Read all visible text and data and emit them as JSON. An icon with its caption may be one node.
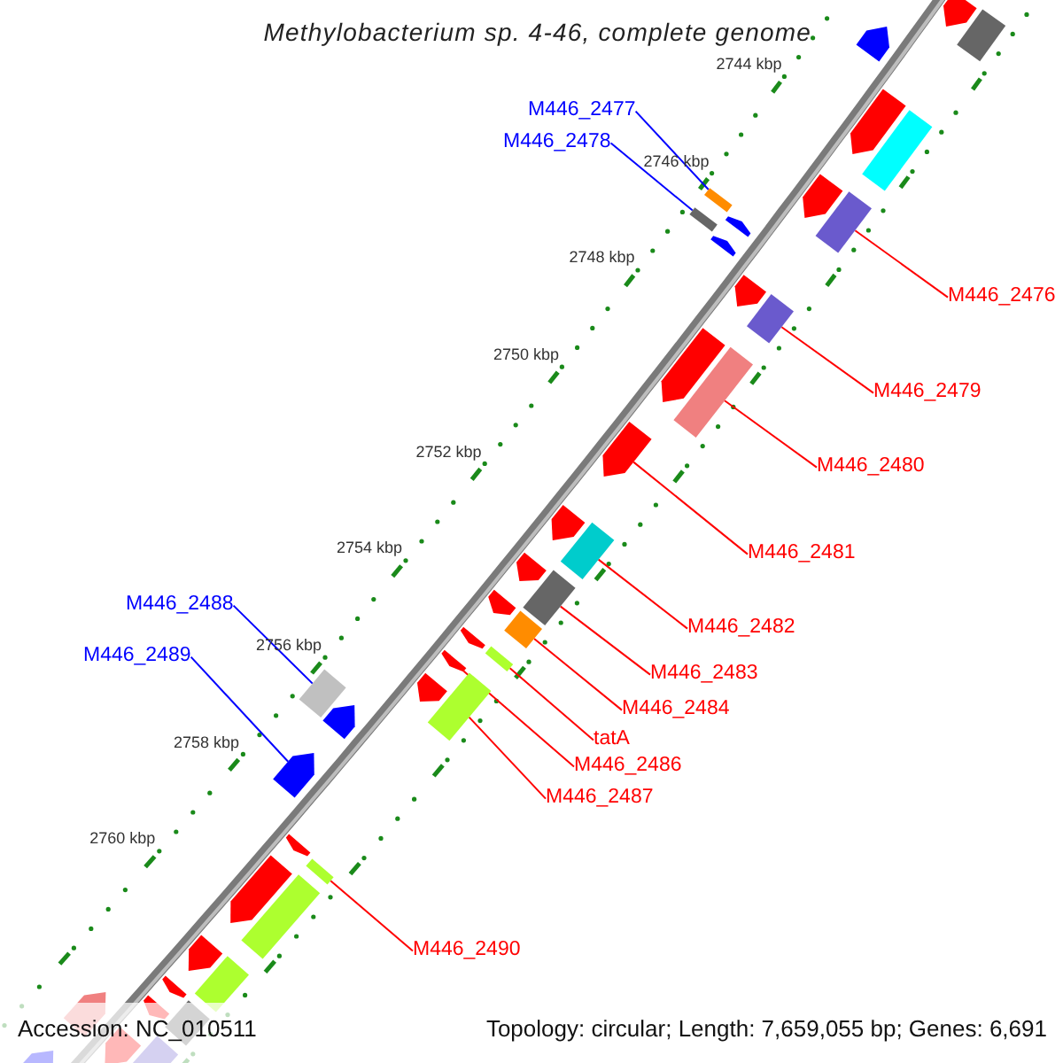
{
  "diagram": {
    "title": "Methylobacterium sp. 4-46, complete genome",
    "nodes": [
      {
        "text": [
          "M446_2477"
        ]
      },
      {
        "text": [
          "M446_2478"
        ]
      },
      {
        "text": [
          "M446_2476"
        ]
      },
      {
        "text": [
          "M446_2479"
        ]
      },
      {
        "text": [
          "M446_2480"
        ]
      },
      {
        "text": [
          "M446_2481"
        ]
      },
      {
        "text": [
          "M446_2488"
        ]
      },
      {
        "text": [
          "M446_2482"
        ]
      },
      {
        "text": [
          "M446_2489"
        ]
      },
      {
        "text": [
          "M446_2483"
        ]
      },
      {
        "text": [
          "M446_2484"
        ]
      },
      {
        "text": [
          "tatA"
        ]
      },
      {
        "text": [
          "M446_2486"
        ]
      },
      {
        "text": [
          "M446_2487"
        ]
      },
      {
        "text": [
          "M446_2490"
        ]
      },
      {
        "text": [],
        "shape": "arrow"
      },
      {
        "text": [],
        "shape": "box"
      },
      {
        "text": [],
        "shape": "arrow"
      },
      {
        "text": [],
        "shape": "arrow"
      },
      {
        "text": [],
        "shape": "box"
      },
      {
        "text": [],
        "shape": "arrow"
      },
      {
        "text": [],
        "shape": "box"
      },
      {
        "text": [],
        "shape": "box"
      },
      {
        "text": [],
        "shape": "box"
      },
      {
        "text": [],
        "shape": "arrow"
      },
      {
        "text": [],
        "shape": "arrow"
      },
      {
        "text": [],
        "shape": "arrow"
      },
      {
        "text": [],
        "shape": "box"
      },
      {
        "text": [],
        "shape": "arrow"
      },
      {
        "text": [],
        "shape": "box"
      },
      {
        "text": [],
        "shape": "arrow"
      },
      {
        "text": [],
        "shape": "arrow"
      },
      {
        "text": [],
        "shape": "box"
      },
      {
        "text": [],
        "shape": "arrow"
      },
      {
        "text": [],
        "shape": "box"
      },
      {
        "text": [],
        "shape": "arrow"
      },
      {
        "text": [],
        "shape": "box"
      },
      {
        "text": [],
        "shape": "arrow"
      },
      {
        "text": [],
        "shape": "box"
      },
      {
        "text": [],
        "shape": "arrow"
      },
      {
        "text": [],
        "shape": "box"
      },
      {
        "text": [],
        "shape": "arrow"
      },
      {
        "text": [],
        "shape": "box"
      },
      {
        "text": [],
        "shape": "arrow"
      },
      {
        "text": [],
        "shape": "arrow"
      },
      {
        "text": [],
        "shape": "arrow"
      },
      {
        "text": [],
        "shape": "arrow"
      },
      {
        "text": [],
        "shape": "box"
      },
      {
        "text": [],
        "shape": "box"
      },
      {
        "text": [],
        "shape": "arrow"
      },
      {
        "text": [],
        "shape": "box"
      },
      {
        "text": [],
        "shape": "arrow"
      },
      {
        "text": [],
        "shape": "arrow"
      },
      {
        "text": [],
        "shape": "arrow"
      },
      {
        "text": [],
        "shape": "box"
      },
      {
        "text": [],
        "shape": "arrow"
      },
      {
        "text": [],
        "shape": "box"
      },
      {
        "text": [],
        "shape": "arrow"
      }
    ],
    "edges": [
      {
        "from": 0,
        "to": 21,
        "arrow": "none",
        "color": "#0000ff"
      },
      {
        "from": 1,
        "to": 23,
        "arrow": "none",
        "color": "#0000ff"
      },
      {
        "from": 2,
        "to": 22,
        "arrow": "none"
      },
      {
        "from": 3,
        "to": 27,
        "arrow": "none"
      },
      {
        "from": 4,
        "to": 29,
        "arrow": "none"
      },
      {
        "from": 5,
        "to": 30,
        "arrow": "none"
      },
      {
        "from": 6,
        "to": 40,
        "arrow": "none",
        "color": "#0000ff"
      },
      {
        "from": 7,
        "to": 32,
        "arrow": "none"
      },
      {
        "from": 8,
        "to": 44,
        "arrow": "none",
        "color": "#0000ff"
      },
      {
        "from": 9,
        "to": 34,
        "arrow": "none"
      },
      {
        "from": 10,
        "to": 36,
        "arrow": "none"
      },
      {
        "from": 11,
        "to": 38,
        "arrow": "none"
      },
      {
        "from": 12,
        "to": 39,
        "arrow": "none"
      },
      {
        "from": 13,
        "to": 42,
        "arrow": "none"
      },
      {
        "from": 14,
        "to": 47,
        "arrow": "none"
      }
    ],
    "labels": [
      "2744 kbp",
      "2746 kbp",
      "2748 kbp",
      "2750 kbp",
      "2752 kbp",
      "2754 kbp",
      "2756 kbp",
      "2758 kbp",
      "2760 kbp",
      "Accession: NC_010511",
      "Topology: circular; Length: 7,659,055 bp; Genes: 6,691"
    ]
  }
}
